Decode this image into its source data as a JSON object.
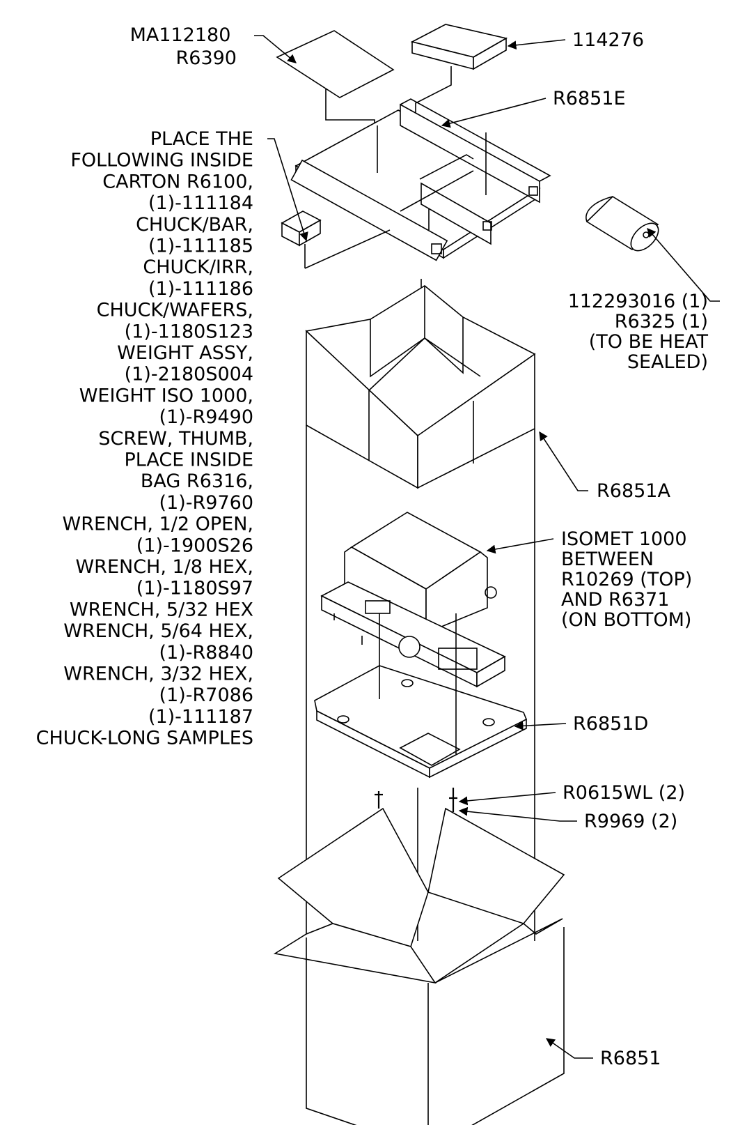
{
  "labels": {
    "lid_sheet": [
      "MA112180",
      "R6390"
    ],
    "top_pad": "114276",
    "top_frame": "R6851E",
    "kit_instructions": [
      "PLACE THE",
      "FOLLOWING INSIDE",
      "CARTON R6100,",
      "(1)-111184",
      "CHUCK/BAR,",
      "(1)-111185",
      "CHUCK/IRR,",
      "(1)-111186",
      "CHUCK/WAFERS,",
      "(1)-1180S123",
      "WEIGHT ASSY,",
      "(1)-2180S004",
      "WEIGHT ISO 1000,",
      "(1)-R9490",
      "SCREW, THUMB,",
      "PLACE INSIDE",
      "BAG R6316,",
      "(1)-R9760",
      "WRENCH, 1/2 OPEN,",
      "(1)-1900S26",
      "WRENCH, 1/8 HEX,",
      "(1)-1180S97",
      "WRENCH, 5/32 HEX",
      "WRENCH, 5/64 HEX,",
      "(1)-R8840",
      "WRENCH, 3/32 HEX,",
      "(1)-R7086",
      "(1)-111187",
      "CHUCK-LONG SAMPLES"
    ],
    "roll": [
      "112293016 (1)",
      "R6325 (1)",
      "(TO BE HEAT",
      "SEALED)"
    ],
    "insert_sleeve": "R6851A",
    "machine": [
      "ISOMET 1000",
      "BETWEEN",
      "R10269 (TOP)",
      "AND R6371",
      "(ON BOTTOM)"
    ],
    "base_plate": "R6851D",
    "washer": "R0615WL (2)",
    "screw": "R9969 (2)",
    "outer_carton": "R6851"
  }
}
